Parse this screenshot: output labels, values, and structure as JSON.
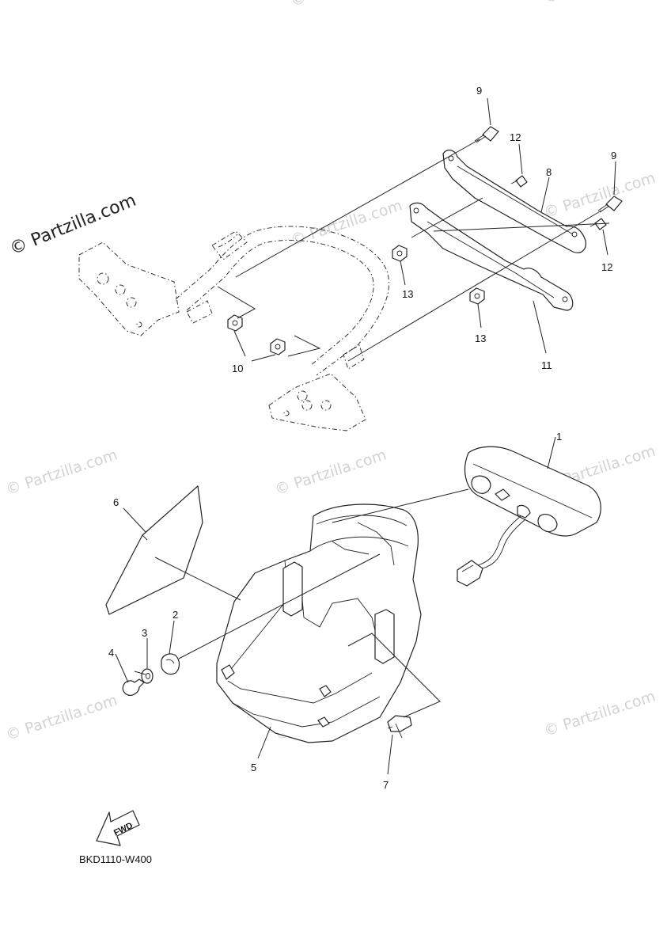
{
  "watermark": {
    "text": "© Partzilla.com",
    "color": "#d3d3d3"
  },
  "brand": {
    "text": "© Partzilla.com"
  },
  "diagram_code": "BKD1110-W400",
  "fwd_label": "FWD",
  "callouts": {
    "c1": "1",
    "c2": "2",
    "c3": "3",
    "c4": "4",
    "c5": "5",
    "c6": "6",
    "c7": "7",
    "c8": "8",
    "c9a": "9",
    "c9b": "9",
    "c10": "10",
    "c11": "11",
    "c12a": "12",
    "c12b": "12",
    "c13a": "13",
    "c13b": "13"
  }
}
